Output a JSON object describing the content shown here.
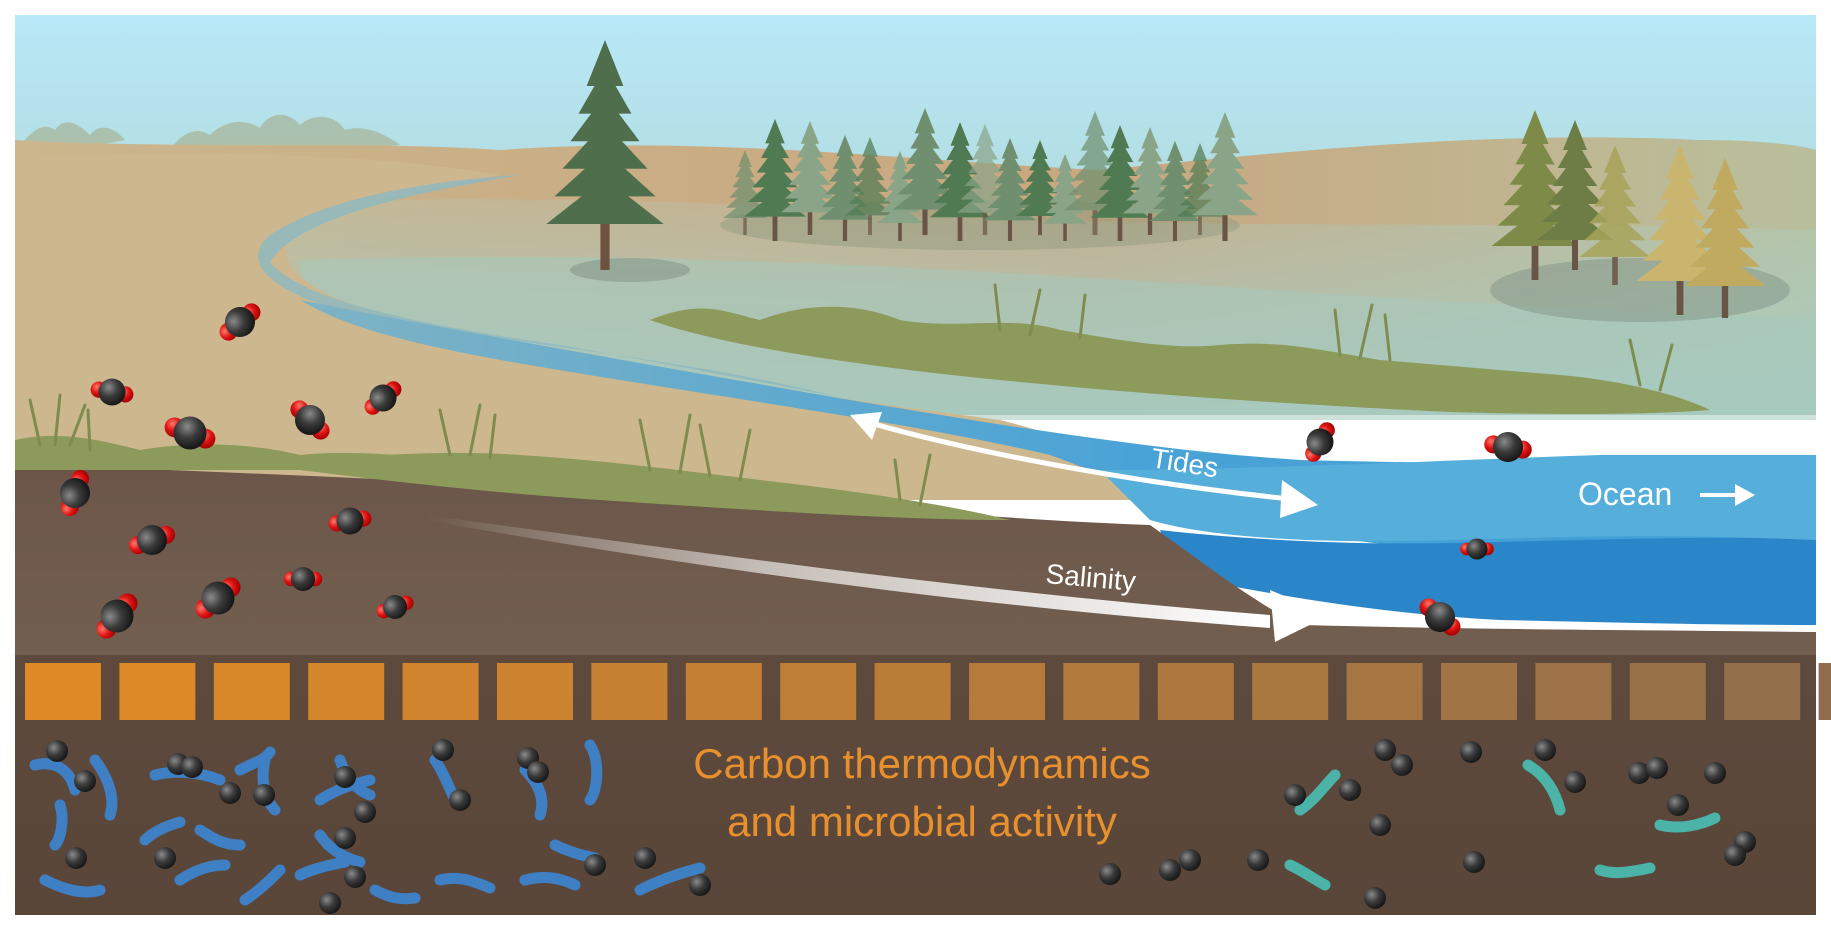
{
  "labels": {
    "tides": "Tides",
    "salinity": "Salinity",
    "ocean": "Ocean",
    "caption_line1": "Carbon thermodynamics",
    "caption_line2": "and microbial activity"
  },
  "colors": {
    "sky_top": "#b7e6f7",
    "sky_bottom": "#a9cfc6",
    "sand": "#c8b48a",
    "river": "#5aa8cf",
    "ocean_deep": "#2a86c9",
    "soil": "#6e5b4d",
    "deep_soil": "#5b473a",
    "orange_block": "#de8a2a",
    "caption": "#e8902e",
    "microbe_blue": "#3f7fc4",
    "microbe_teal": "#4bb3a8",
    "carbon_atom": "#2f2f2f",
    "oxygen_atom": "#e21b1b",
    "arrow": "#ffffff"
  },
  "icons": [
    "conifer-tree-icon",
    "co2-molecule-icon",
    "carbon-atom-icon",
    "microbe-icon",
    "arrow-right-icon",
    "double-arrow-icon"
  ]
}
